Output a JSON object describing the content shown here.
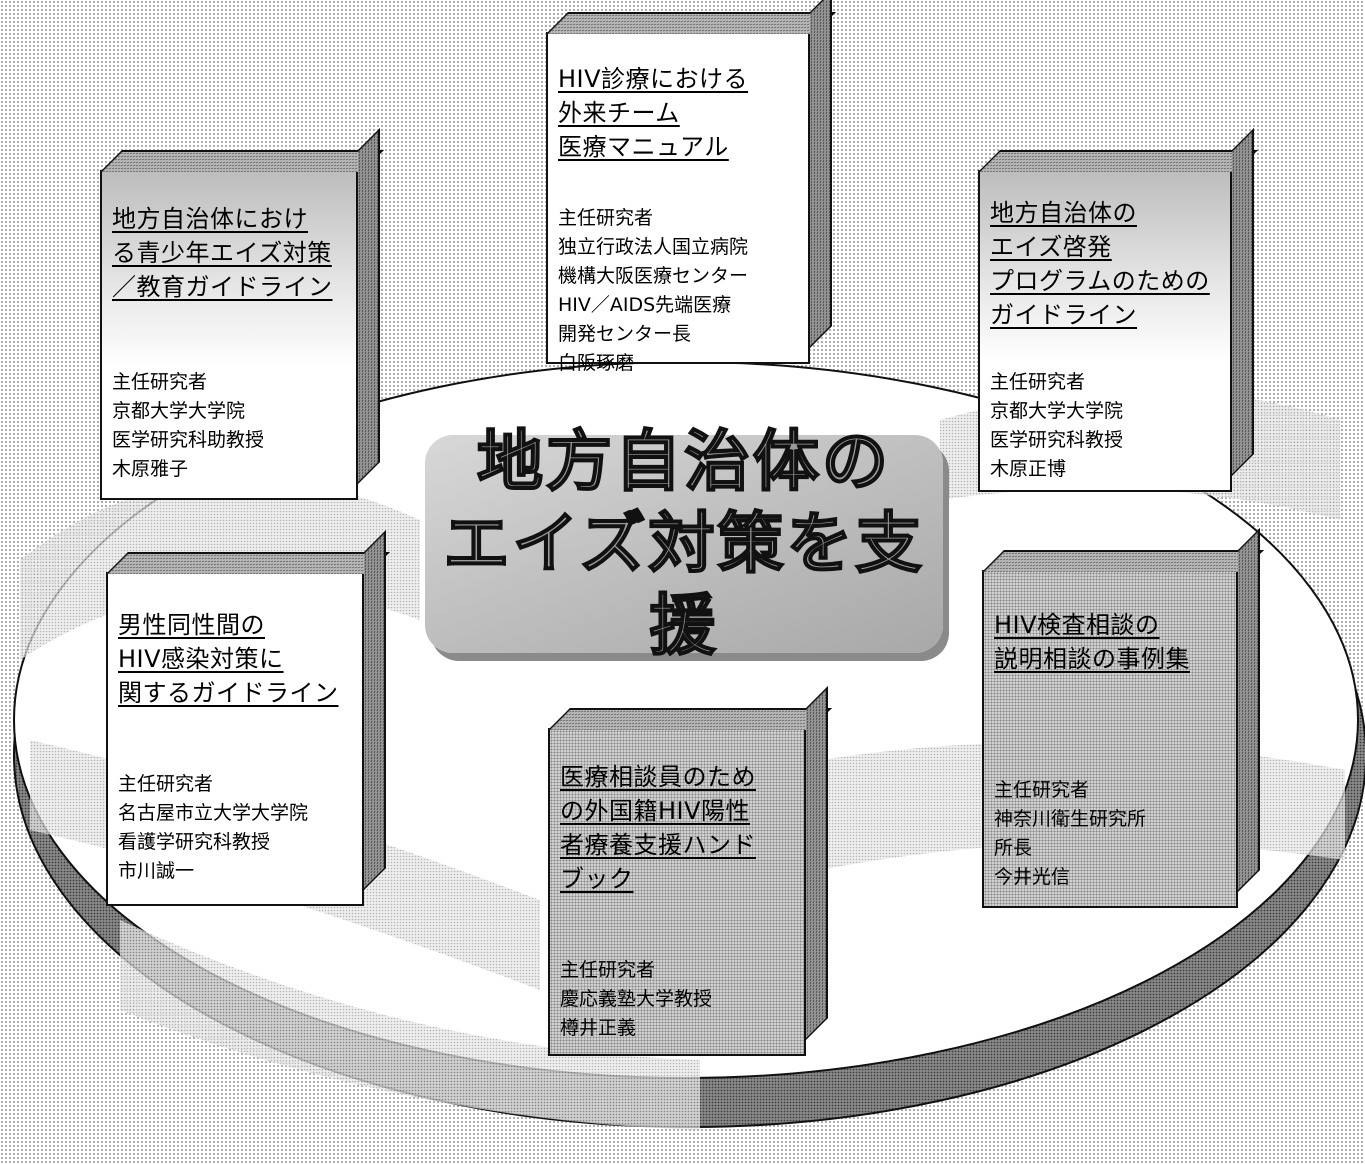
{
  "center": {
    "text": "地方自治体の\nエイズ対策を支援"
  },
  "books": [
    {
      "id": "outpatient-manual",
      "title": "HIV診療における\n外来チーム\n医療マニュアル",
      "body": "主任研究者\n独立行政法人国立病院\n機構大阪医療センター\nHIV／AIDS先端医療\n開発センター長\n白阪琢磨"
    },
    {
      "id": "youth-guideline",
      "title": "地方自治体におけ\nる青少年エイズ対策\n／教育ガイドライン",
      "body": "主任研究者\n京都大学大学院\n医学研究科助教授\n木原雅子"
    },
    {
      "id": "awareness-guideline",
      "title": "地方自治体の\nエイズ啓発\nプログラムのための\nガイドライン",
      "body": "主任研究者\n京都大学大学院\n医学研究科教授\n木原正博"
    },
    {
      "id": "msm-guideline",
      "title": "男性同性間の\nHIV感染対策に\n関するガイドライン",
      "body": "主任研究者\n名古屋市立大学大学院\n看護学研究科教授\n市川誠一"
    },
    {
      "id": "testing-casebook",
      "title": "HIV検査相談の\n説明相談の事例集",
      "body": "主任研究者\n神奈川衛生研究所\n所長\n今井光信"
    },
    {
      "id": "foreign-patient-handbook",
      "title": "医療相談員のため\nの外国籍HIV陽性\n者療養支援ハンド\nブック",
      "body": "主任研究者\n慶応義塾大学教授\n樽井正義"
    }
  ]
}
